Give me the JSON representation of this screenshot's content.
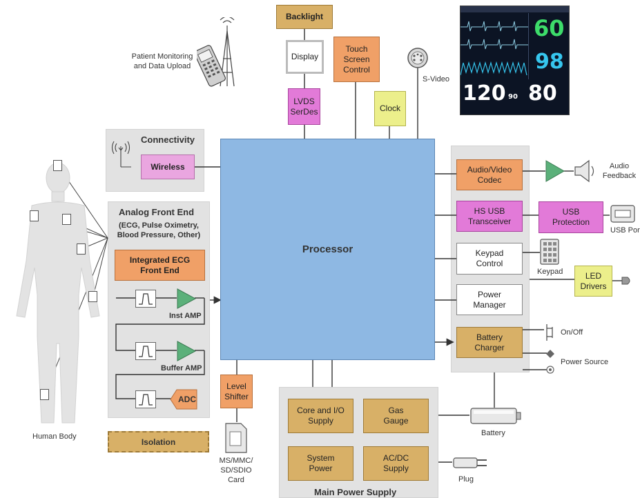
{
  "processor": {
    "label": "Processor"
  },
  "top": {
    "backlight": "Backlight",
    "display": "Display",
    "lvds_serdes": "LVDS\nSerDes",
    "touch_screen_control": "Touch\nScreen\nControl",
    "clock": "Clock",
    "patient_monitoring": "Patient Monitoring\nand Data Upload",
    "s_video": "S-Video"
  },
  "monitor": {
    "heart_rate": "60",
    "spo2": "98",
    "systolic": "120",
    "mean": "90",
    "diastolic": "80"
  },
  "connectivity": {
    "title": "Connectivity",
    "wireless": "Wireless"
  },
  "afe": {
    "title": "Analog Front End",
    "subtitle": "(ECG, Pulse Oximetry,\nBlood Pressure, Other)",
    "integrated_ecg": "Integrated ECG\nFront End",
    "inst_amp": "Inst AMP",
    "buffer_amp": "Buffer AMP",
    "adc": "ADC"
  },
  "left": {
    "human_body": "Human Body",
    "isolation": "Isolation"
  },
  "bottom": {
    "level_shifter": "Level\nShifter",
    "sd_card": "MS/MMC/\nSD/SDIO\nCard",
    "core_io_supply": "Core and I/O\nSupply",
    "gas_gauge": "Gas\nGauge",
    "system_power": "System\nPower",
    "ac_dc_supply": "AC/DC\nSupply",
    "main_power_supply": "Main Power Supply",
    "battery": "Battery",
    "plug": "Plug"
  },
  "right": {
    "audio_video_codec": "Audio/Video\nCodec",
    "audio_feedback": "Audio\nFeedback",
    "hs_usb_transceiver": "HS USB\nTransceiver",
    "usb_protection": "USB\nProtection",
    "usb_port": "USB Por",
    "keypad_control": "Keypad\nControl",
    "keypad": "Keypad",
    "led_drivers": "LED\nDrivers",
    "power_manager": "Power\nManager",
    "battery_charger": "Battery\nCharger",
    "on_off": "On/Off",
    "power_source": "Power Source"
  },
  "colors": {
    "processor": "#8eb8e3",
    "orange": "#f0a067",
    "magenta": "#e27ad8",
    "yellow": "#ecef8b",
    "tan": "#d8b067",
    "monitor_green": "#3ddc6a",
    "monitor_cyan": "#36c6ee"
  }
}
